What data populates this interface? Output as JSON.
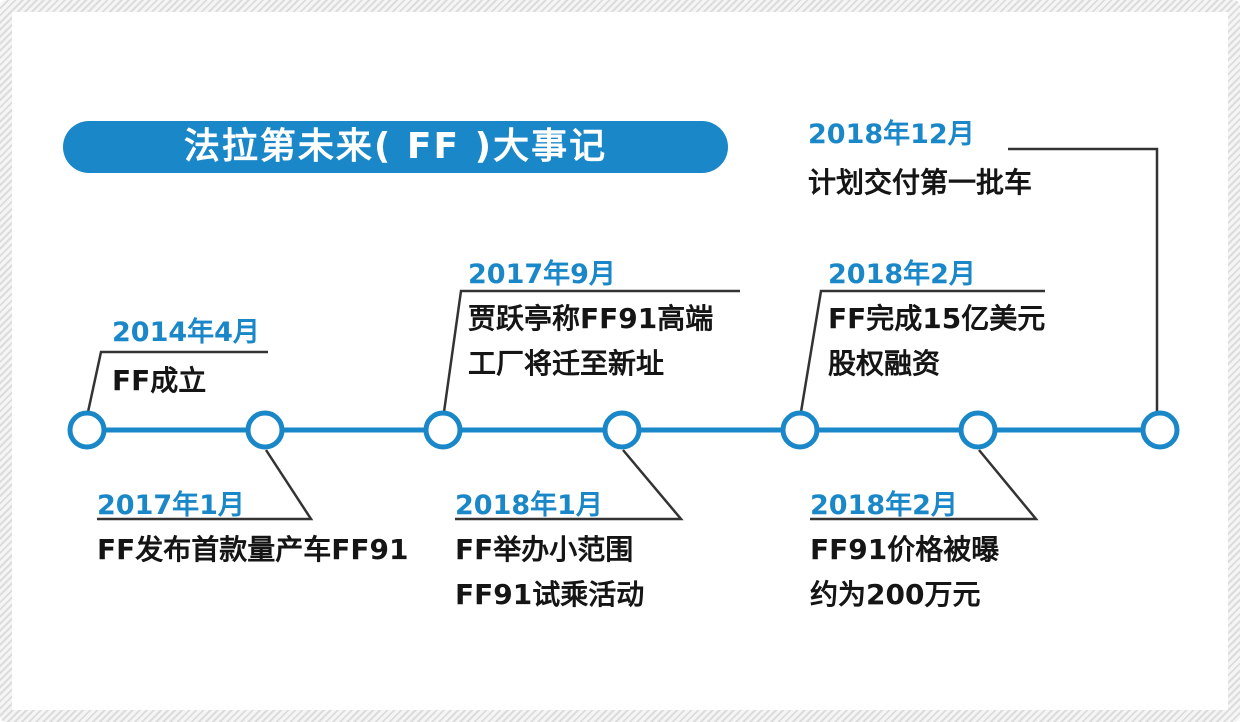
{
  "title": "法拉第未来( FF )大事记",
  "colors": {
    "accent": "#1a87c8",
    "connector": "#333333",
    "text": "#151515",
    "background": "#ffffff"
  },
  "timeline": {
    "type": "timeline",
    "orientation": "horizontal",
    "node_count": 7
  },
  "events": [
    {
      "date": "2014年4月",
      "position": "above",
      "lines": [
        "FF成立",
        ""
      ]
    },
    {
      "date": "2017年1月",
      "position": "below",
      "lines": [
        "FF发布首款量产车FF91",
        ""
      ]
    },
    {
      "date": "2017年9月",
      "position": "above",
      "lines": [
        "贾跃亭称FF91高端",
        "工厂将迁至新址"
      ]
    },
    {
      "date": "2018年1月",
      "position": "below",
      "lines": [
        "FF举办小范围",
        "FF91试乘活动"
      ]
    },
    {
      "date": "2018年2月",
      "position": "above",
      "lines": [
        "FF完成15亿美元",
        "股权融资"
      ]
    },
    {
      "date": "2018年2月",
      "position": "below",
      "lines": [
        "FF91价格被曝",
        "约为200万元"
      ]
    },
    {
      "date": "2018年12月",
      "position": "above",
      "lines": [
        "计划交付第一批车",
        ""
      ]
    }
  ]
}
